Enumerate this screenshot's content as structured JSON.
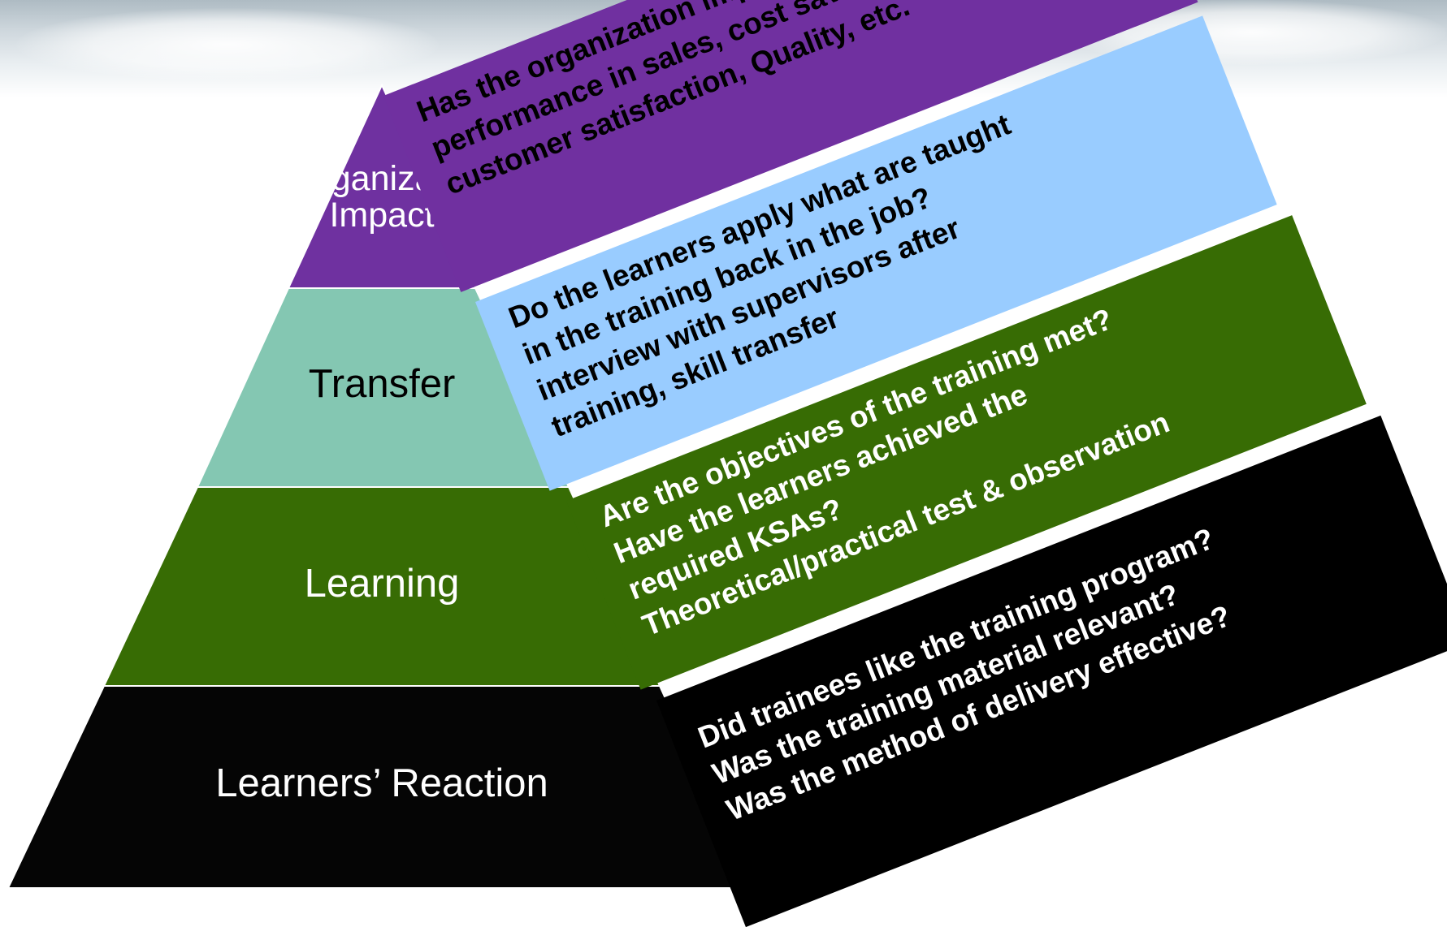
{
  "pyramid": {
    "tiers": [
      {
        "label": "Organizational Impact",
        "color": "#6f31a0",
        "text_color": "#ffffff"
      },
      {
        "label": "Transfer",
        "color": "#84c7b2",
        "text_color": "#000000"
      },
      {
        "label": "Learning",
        "color": "#376c04",
        "text_color": "#ffffff"
      },
      {
        "label": "Learners’ Reaction",
        "color": "#050505",
        "text_color": "#ffffff"
      }
    ]
  },
  "bands": [
    {
      "text": "Has the organization improved\nperformance in sales, cost savings,\ncustomer satisfaction, Quality, etc.",
      "color": "#7030a0",
      "text_color": "#000000"
    },
    {
      "text": "Do the learners apply what are taught\nin the training back in the job?\ninterview with supervisors after\ntraining, skill transfer",
      "color": "#99ccff",
      "text_color": "#000000"
    },
    {
      "text": "Are the objectives of the training met?\nHave the learners achieved the\nrequired KSAs?\nTheoretical/practical test & observation",
      "color": "#376c04",
      "text_color": "#ffffff"
    },
    {
      "text": "Did trainees like the training program?\nWas the training material relevant?\nWas the method of delivery effective?",
      "color": "#000000",
      "text_color": "#ffffff"
    }
  ]
}
